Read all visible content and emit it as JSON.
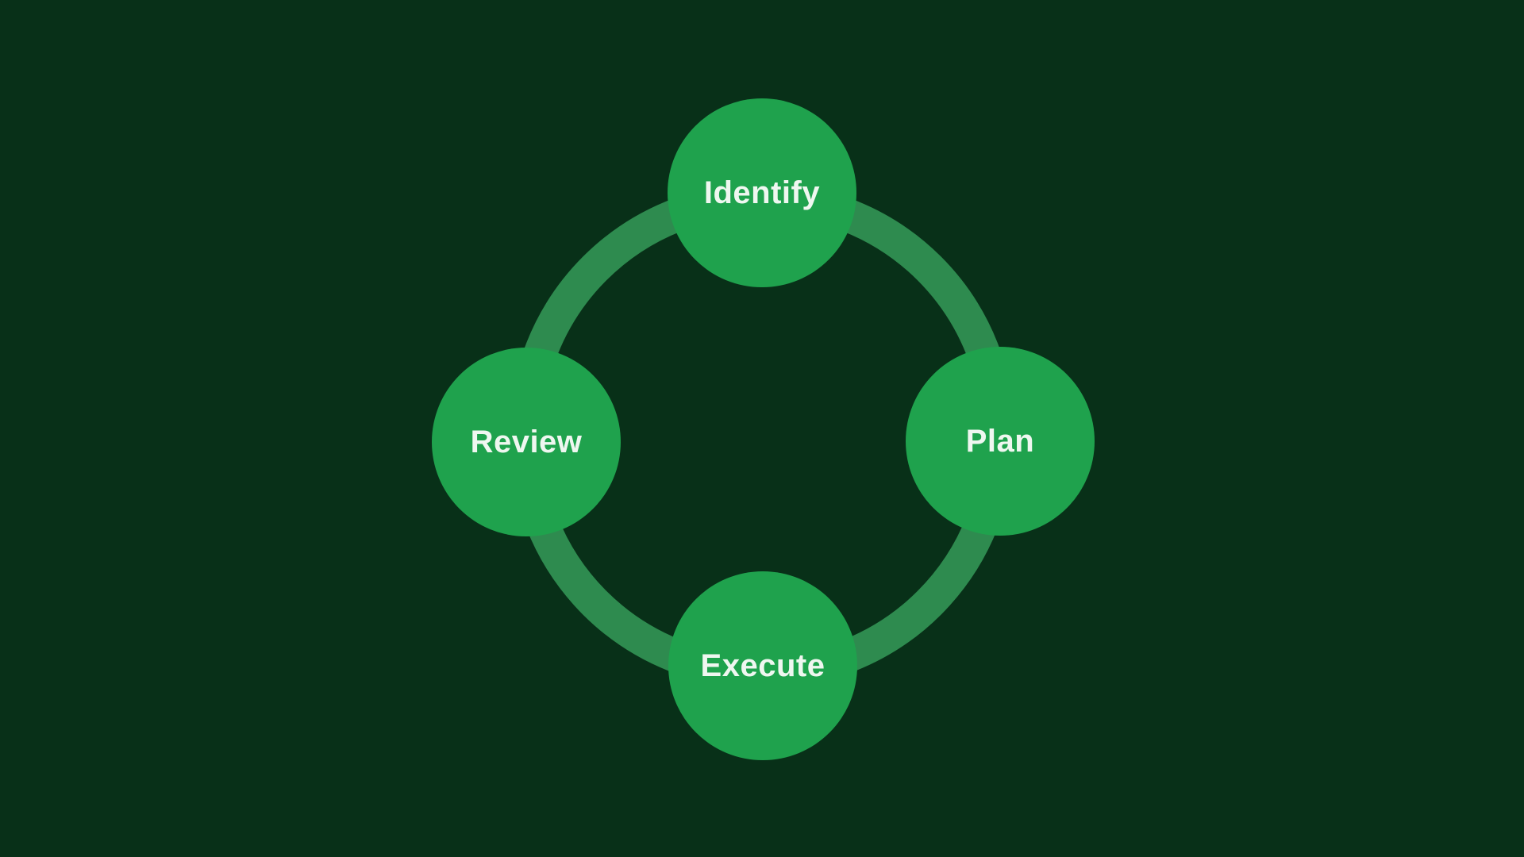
{
  "diagram": {
    "type": "cycle",
    "background_color": "#083018",
    "ring_color": "#2E8B4F",
    "node_color": "#1FA24D",
    "label_color": "#EFF7F0",
    "nodes": [
      {
        "id": "identify",
        "label": "Identify",
        "position": "top"
      },
      {
        "id": "plan",
        "label": "Plan",
        "position": "right"
      },
      {
        "id": "execute",
        "label": "Execute",
        "position": "bottom"
      },
      {
        "id": "review",
        "label": "Review",
        "position": "left"
      }
    ]
  }
}
